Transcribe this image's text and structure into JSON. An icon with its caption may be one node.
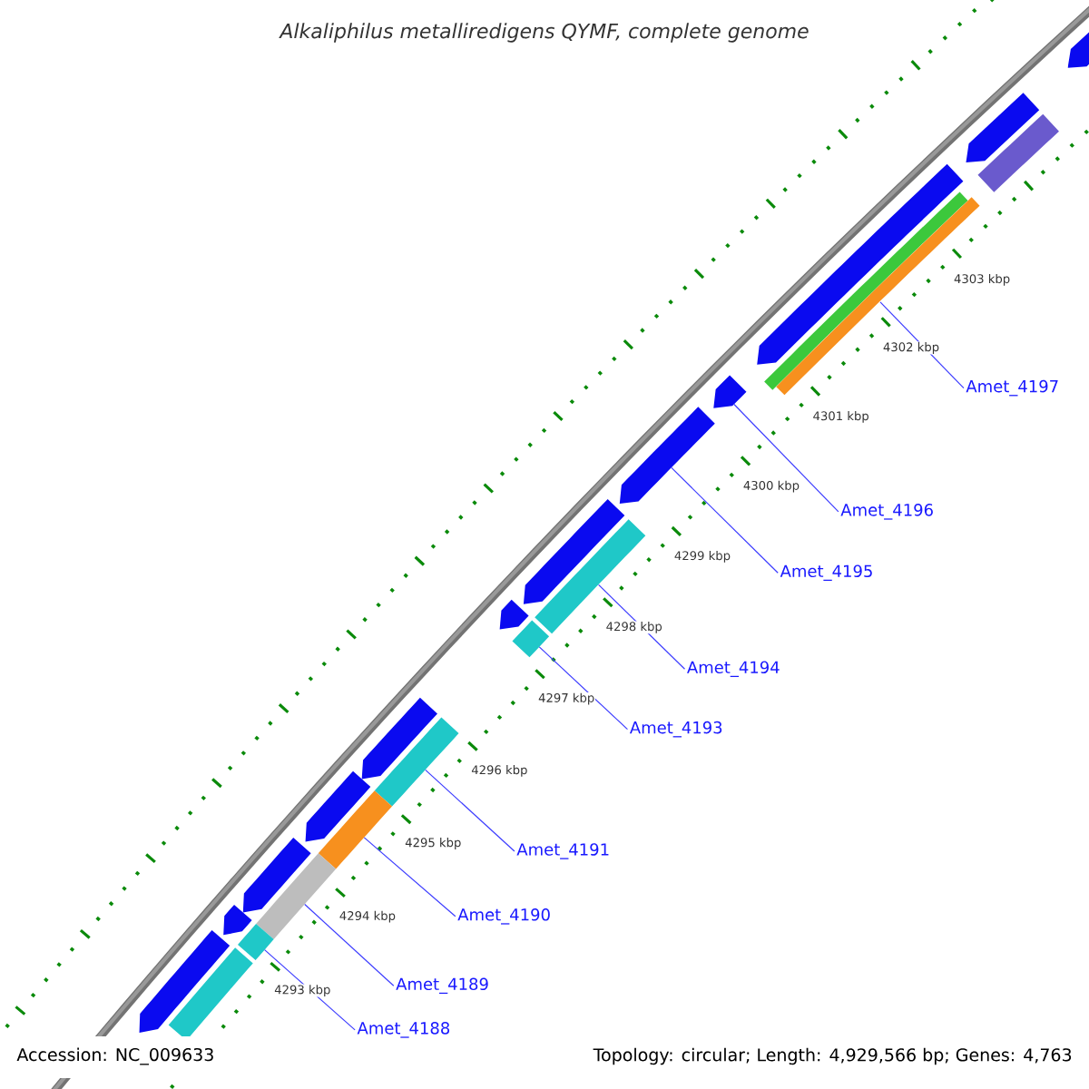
{
  "diagram": {
    "title": "Alkaliphilus metalliredigens QYMF, complete genome",
    "nodes": [
      {
        "text": [
          "Amet_4197"
        ]
      },
      {
        "text": [
          "Amet_4196"
        ]
      },
      {
        "text": [
          "Amet_4195"
        ]
      },
      {
        "text": [
          "Amet_4194"
        ]
      },
      {
        "text": [
          "Amet_4193"
        ]
      },
      {
        "text": [
          "Amet_4191"
        ]
      },
      {
        "text": [
          "Amet_4190"
        ]
      },
      {
        "text": [
          "Amet_4189"
        ]
      },
      {
        "text": [
          "Amet_4188"
        ]
      },
      {
        "text": [],
        "shape": "arrow"
      },
      {
        "text": [],
        "shape": "arrow"
      },
      {
        "text": [],
        "shape": "bar"
      },
      {
        "text": [],
        "shape": "arrow"
      },
      {
        "text": [],
        "shape": "bar"
      },
      {
        "text": [],
        "shape": "arrow"
      },
      {
        "text": [],
        "shape": "arrow"
      },
      {
        "text": [],
        "shape": "arrow"
      },
      {
        "text": [],
        "shape": "bar"
      },
      {
        "text": [],
        "shape": "arrow"
      },
      {
        "text": [],
        "shape": "bar"
      },
      {
        "text": [],
        "shape": "arrow"
      },
      {
        "text": [],
        "shape": "bar"
      },
      {
        "text": [],
        "shape": "arrow"
      },
      {
        "text": [],
        "shape": "bar"
      },
      {
        "text": [],
        "shape": "arrow"
      },
      {
        "text": [],
        "shape": "bar"
      },
      {
        "text": [],
        "shape": "arrow"
      },
      {
        "text": [],
        "shape": "bar"
      },
      {
        "text": [],
        "shape": "arrow"
      },
      {
        "text": [],
        "shape": "bar"
      }
    ],
    "edges": [
      {
        "from": 0,
        "to": 13,
        "arrow": "none"
      },
      {
        "from": 1,
        "to": 14,
        "arrow": "none"
      },
      {
        "from": 2,
        "to": 15,
        "arrow": "none"
      },
      {
        "from": 3,
        "to": 17,
        "arrow": "none"
      },
      {
        "from": 4,
        "to": 19,
        "arrow": "none"
      },
      {
        "from": 5,
        "to": 21,
        "arrow": "none"
      },
      {
        "from": 6,
        "to": 23,
        "arrow": "none"
      },
      {
        "from": 7,
        "to": 25,
        "arrow": "none"
      },
      {
        "from": 8,
        "to": 27,
        "arrow": "none"
      }
    ],
    "labels": [
      "4303 kbp",
      "4302 kbp",
      "4301 kbp",
      "4300 kbp",
      "4299 kbp",
      "4298 kbp",
      "4297 kbp",
      "4296 kbp",
      "4295 kbp",
      "4294 kbp",
      "4293 kbp",
      "Accession: NC_009633",
      "Topology: circular; Length: 4,929,566 bp; Genes: 4,763"
    ]
  }
}
